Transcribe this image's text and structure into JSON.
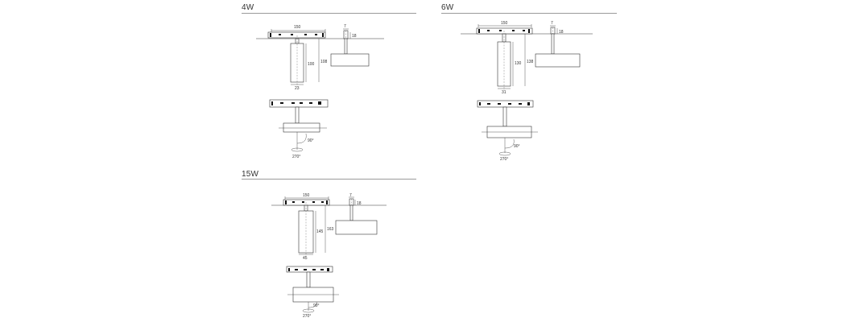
{
  "sections": [
    {
      "title": "4W",
      "dims": {
        "track_width": "150",
        "height_side": "108",
        "body_height": "100",
        "body_width": "23",
        "clip_width": "7",
        "clip_height": "18"
      },
      "angles": {
        "tilt": "90°",
        "rotate": "270°"
      }
    },
    {
      "title": "6W",
      "dims": {
        "track_width": "150",
        "height_side": "138",
        "body_height": "130",
        "body_width": "31",
        "clip_width": "7",
        "clip_height": "18"
      },
      "angles": {
        "tilt": "90°",
        "rotate": "270°"
      }
    },
    {
      "title": "15W",
      "dims": {
        "track_width": "150",
        "height_side": "163",
        "body_height": "145",
        "body_width": "45",
        "clip_width": "7",
        "clip_height": "18"
      },
      "angles": {
        "tilt": "90°",
        "rotate": "270°"
      }
    }
  ]
}
